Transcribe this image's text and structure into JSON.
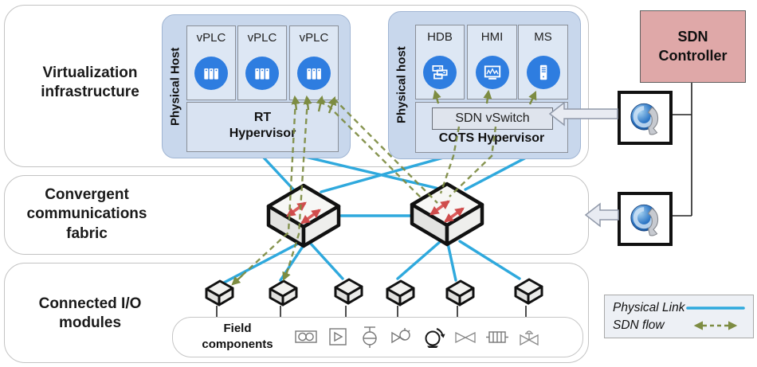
{
  "bands": {
    "virtualization": "Virtualization\ninfrastructure",
    "fabric": "Convergent\ncommunications\nfabric",
    "io": "Connected I/O\nmodules"
  },
  "hosts": {
    "left": {
      "title": "Physical Host",
      "vms": [
        {
          "label": "vPLC"
        },
        {
          "label": "vPLC"
        },
        {
          "label": "vPLC"
        }
      ],
      "hypervisor": "RT\nHypervisor"
    },
    "right": {
      "title": "Physical host",
      "vms": [
        {
          "label": "HDB"
        },
        {
          "label": "HMI"
        },
        {
          "label": "MS"
        }
      ],
      "vswitch": "SDN vSwitch",
      "hypervisor": "COTS Hypervisor"
    }
  },
  "controller": {
    "label": "SDN\nController"
  },
  "field": {
    "label": "Field\ncomponents",
    "icons": [
      "motor-icon",
      "amplifier-icon",
      "control-valve-icon",
      "diaphragm-valve-icon",
      "pump-icon",
      "valve-icon",
      "heat-exchanger-icon",
      "actuated-valve-icon"
    ]
  },
  "legend": {
    "physical_link": "Physical Link",
    "sdn_flow": "SDN flow"
  },
  "colors": {
    "physical_link": "#2fa9dd",
    "sdn_flow": "#7d8c42",
    "host_fill": "#c8d7ec",
    "vm_fill": "#dde7f4",
    "vm_icon_circle": "#2e7de0",
    "controller_fill": "#dfa8a8"
  }
}
